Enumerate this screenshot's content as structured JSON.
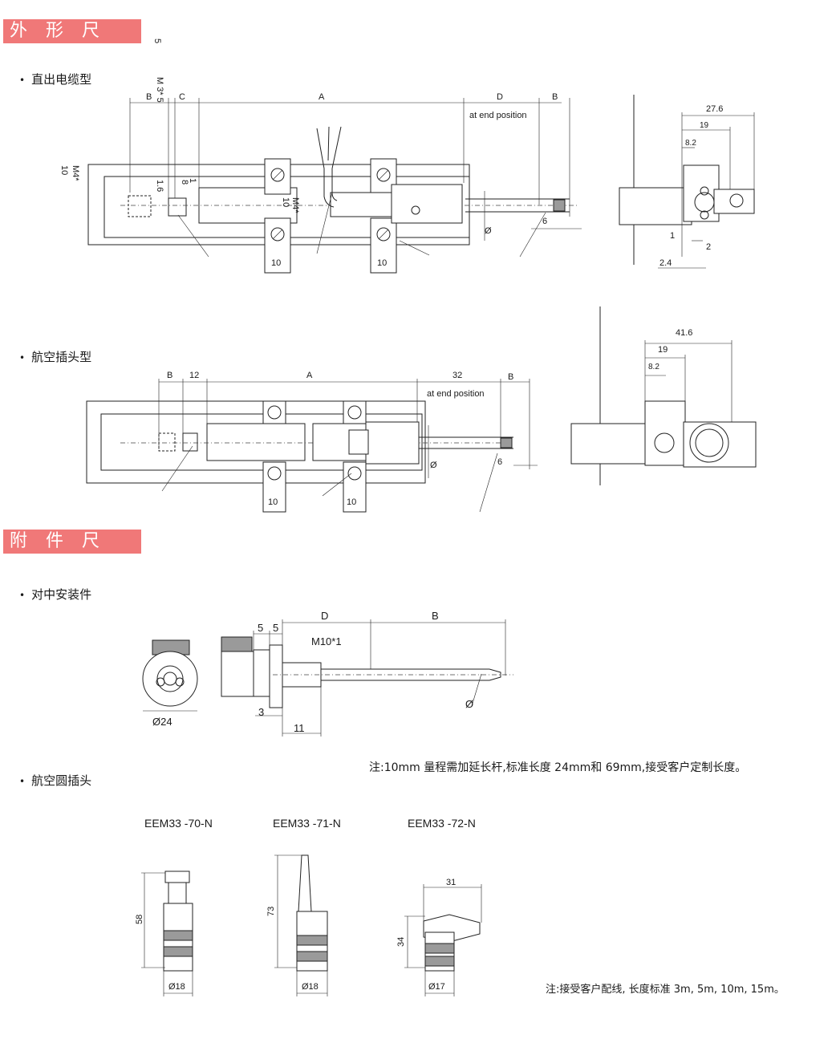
{
  "sections": {
    "outline_dimensions": "外 形 尺 寸:",
    "accessory_dimensions": "附 件 尺 寸:"
  },
  "items": {
    "straight_cable": "直出电缆型",
    "aviation_plug_type": "航空插头型",
    "centering_mount": "对中安装件",
    "aviation_round_plug": "航空圆插头"
  },
  "cable_view": {
    "dims": {
      "B": "B",
      "C": "C",
      "A": "A",
      "D": "D",
      "B2": "B",
      "at_end": "at end position",
      "d27_6": "27.6",
      "d19": "19",
      "d8_2": "8.2",
      "d10a": "10",
      "d10b": "10",
      "d6": "6",
      "d1": "1",
      "d2": "2",
      "d2_4": "2.4",
      "m4_left": "M4*",
      "ten_left": "10",
      "m3_5": "M 3* 5",
      "five_top": "5",
      "d1_6": "1.6",
      "d8": "8",
      "d1v": "1",
      "m4_mid": "M4*",
      "ten_mid": "10",
      "phi": "Ø"
    }
  },
  "plug_view": {
    "dims": {
      "B": "B",
      "d12": "12",
      "A": "A",
      "d32": "32",
      "B2": "B",
      "at_end": "at end position",
      "d41_6": "41.6",
      "d19": "19",
      "d8_2": "8.2",
      "d10a": "10",
      "d10b": "10",
      "d6": "6",
      "phi": "Ø"
    }
  },
  "mount_view": {
    "dims": {
      "d5a": "5",
      "d5b": "5",
      "D": "D",
      "B": "B",
      "m10": "M10*1",
      "d3": "3",
      "d11": "11",
      "phi24": "Ø24",
      "phi": "Ø"
    },
    "note": "注:10mm 量程需加延长杆,标准长度 24mm和 69mm,接受客户定制长度。"
  },
  "plugs": [
    {
      "model": "EEM33 -70-N",
      "height": "58",
      "diameter": "Ø18"
    },
    {
      "model": "EEM33 -71-N",
      "height": "73",
      "diameter": "Ø18"
    },
    {
      "model": "EEM33 -72-N",
      "height": "34",
      "width": "31",
      "diameter": "Ø17"
    }
  ],
  "plug_note": "注:接受客户配线, 长度标准 3m, 5m, 10m, 15m。"
}
